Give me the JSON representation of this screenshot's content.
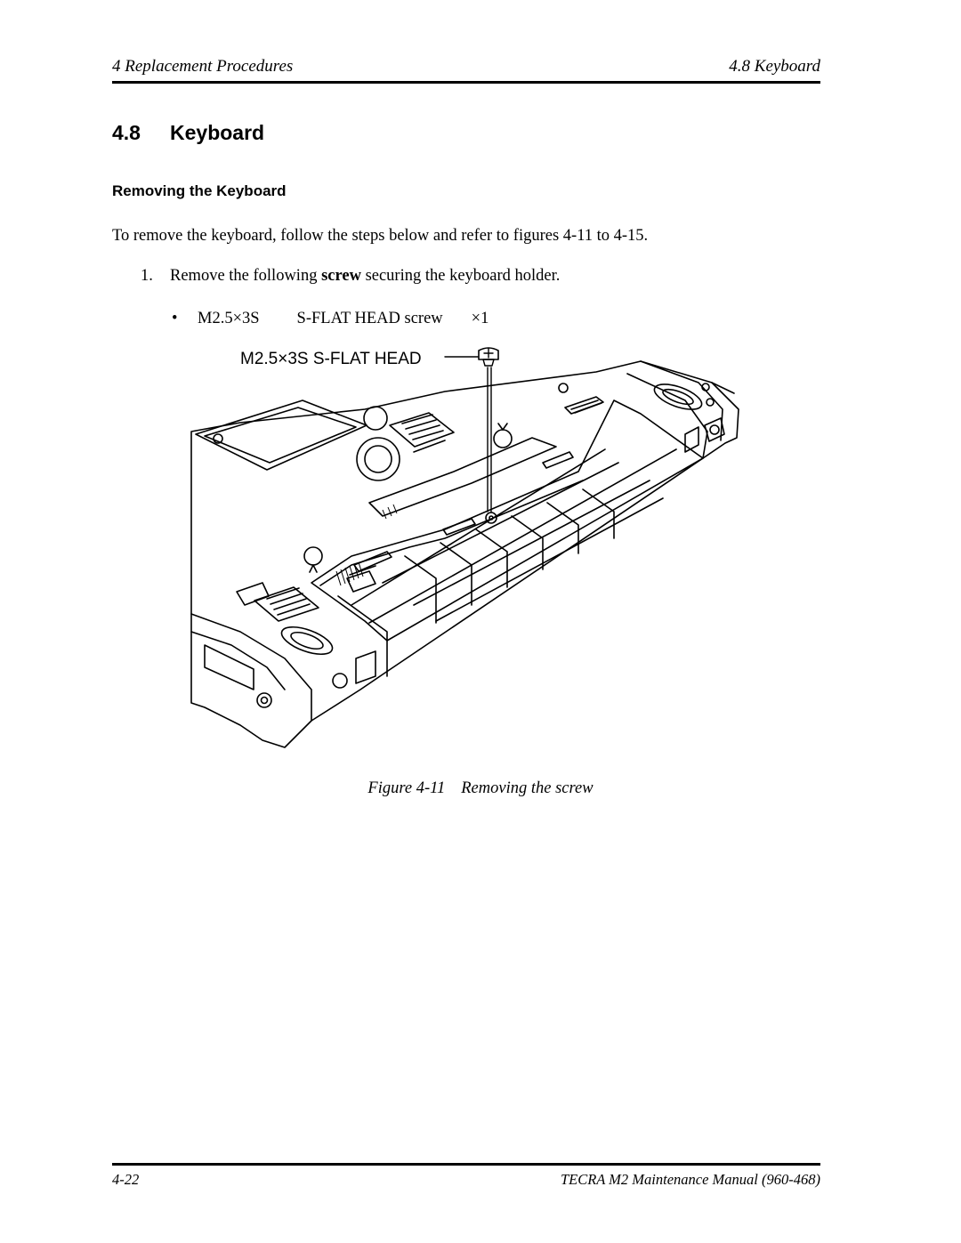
{
  "header": {
    "left": "4 Replacement Procedures",
    "right": "4.8  Keyboard"
  },
  "section": {
    "number": "4.8",
    "title": "Keyboard"
  },
  "subsection_title": "Removing the Keyboard",
  "intro": "To remove the keyboard, follow the steps below and refer to figures 4-11 to 4-15.",
  "step1": {
    "number": "1.",
    "text_before": "Remove the following ",
    "bold": "screw",
    "text_after": " securing the keyboard holder."
  },
  "screw_list": {
    "bullet": "•",
    "part": "M2.5×3S",
    "description": "S-FLAT HEAD screw",
    "quantity": "×1"
  },
  "figure": {
    "callout": "M2.5×3S S-FLAT HEAD",
    "caption_number": "Figure 4-11",
    "caption_text": "Removing the screw"
  },
  "footer": {
    "page": "4-22",
    "manual": "TECRA M2 Maintenance Manual (960-468)"
  }
}
